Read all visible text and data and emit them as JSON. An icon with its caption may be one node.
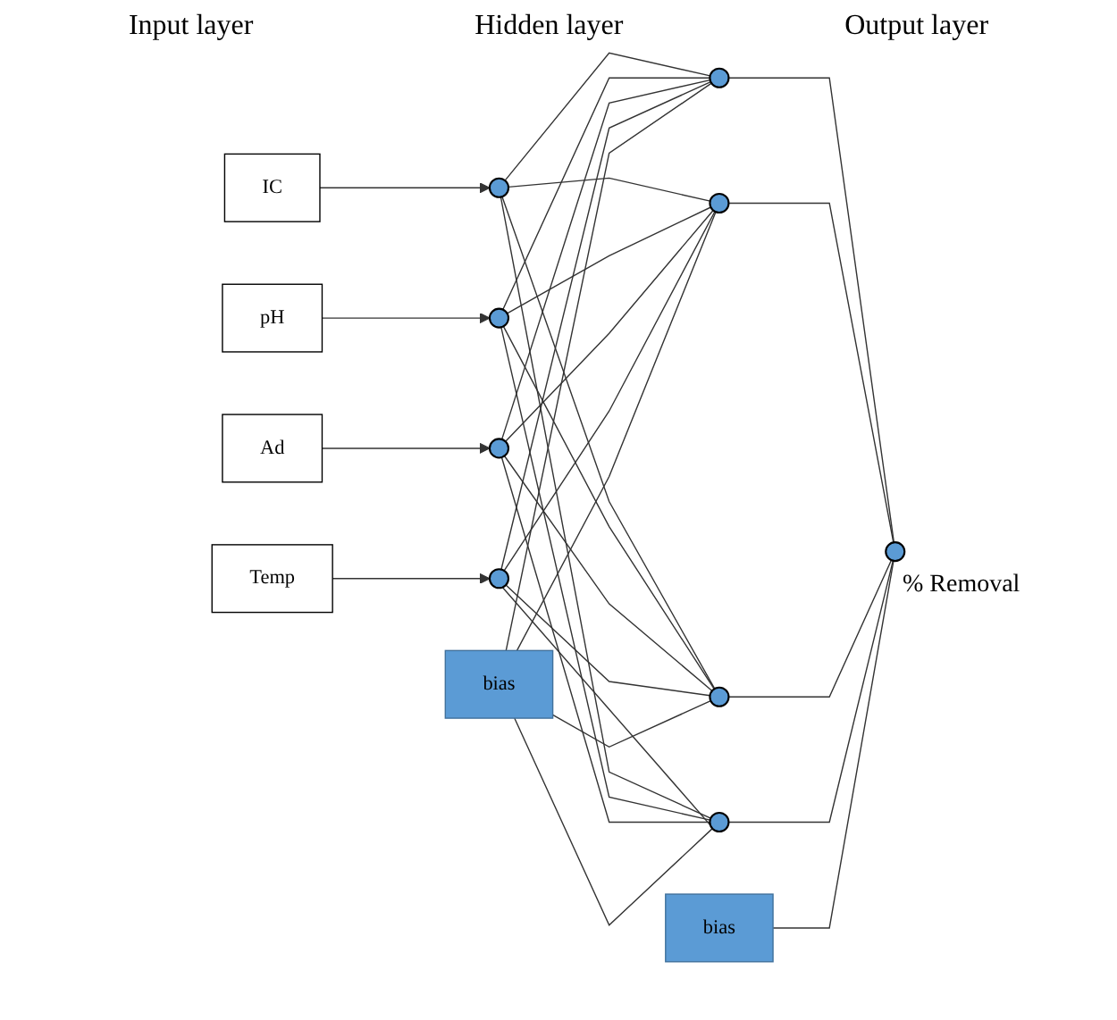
{
  "diagram": {
    "nodes": [
      {
        "text": [
          "IC"
        ]
      },
      {
        "text": [
          "pH"
        ]
      },
      {
        "text": [
          "Ad"
        ]
      },
      {
        "text": [
          "Temp"
        ]
      },
      {
        "text": [],
        "shape": "circle"
      },
      {
        "text": [],
        "shape": "circle"
      },
      {
        "text": [],
        "shape": "circle"
      },
      {
        "text": [],
        "shape": "circle"
      },
      {
        "text": [],
        "shape": "circle"
      },
      {
        "text": [],
        "shape": "circle"
      },
      {
        "text": [],
        "shape": "circle"
      },
      {
        "text": [],
        "shape": "circle"
      },
      {
        "text": [],
        "shape": "circle",
        "beside": [
          "% Removal"
        ]
      },
      {
        "text": [
          "bias"
        ]
      },
      {
        "text": [
          "bias"
        ]
      }
    ],
    "edges": [
      {
        "from": 0,
        "to": 4,
        "arrow": "to"
      },
      {
        "from": 1,
        "to": 5,
        "arrow": "to"
      },
      {
        "from": 2,
        "to": 6,
        "arrow": "to"
      },
      {
        "from": 3,
        "to": 7,
        "arrow": "to"
      },
      {
        "from": 4,
        "to": 8,
        "arrow": "none"
      },
      {
        "from": 4,
        "to": 9,
        "arrow": "none"
      },
      {
        "from": 4,
        "to": 10,
        "arrow": "none"
      },
      {
        "from": 4,
        "to": 11,
        "arrow": "none"
      },
      {
        "from": 5,
        "to": 8,
        "arrow": "none"
      },
      {
        "from": 5,
        "to": 9,
        "arrow": "none"
      },
      {
        "from": 5,
        "to": 10,
        "arrow": "none"
      },
      {
        "from": 5,
        "to": 11,
        "arrow": "none"
      },
      {
        "from": 6,
        "to": 8,
        "arrow": "none"
      },
      {
        "from": 6,
        "to": 9,
        "arrow": "none"
      },
      {
        "from": 6,
        "to": 10,
        "arrow": "none"
      },
      {
        "from": 6,
        "to": 11,
        "arrow": "none"
      },
      {
        "from": 7,
        "to": 8,
        "arrow": "none"
      },
      {
        "from": 7,
        "to": 9,
        "arrow": "none"
      },
      {
        "from": 7,
        "to": 10,
        "arrow": "none"
      },
      {
        "from": 7,
        "to": 11,
        "arrow": "none"
      },
      {
        "from": 13,
        "to": 8,
        "arrow": "none"
      },
      {
        "from": 13,
        "to": 9,
        "arrow": "none"
      },
      {
        "from": 13,
        "to": 10,
        "arrow": "none"
      },
      {
        "from": 13,
        "to": 11,
        "arrow": "none"
      },
      {
        "from": 8,
        "to": 12,
        "arrow": "none"
      },
      {
        "from": 9,
        "to": 12,
        "arrow": "none"
      },
      {
        "from": 10,
        "to": 12,
        "arrow": "none"
      },
      {
        "from": 11,
        "to": 12,
        "arrow": "none"
      },
      {
        "from": 14,
        "to": 12,
        "arrow": "none"
      }
    ],
    "labels": [
      "Hidden layer",
      "Input layer",
      "Output layer"
    ]
  }
}
